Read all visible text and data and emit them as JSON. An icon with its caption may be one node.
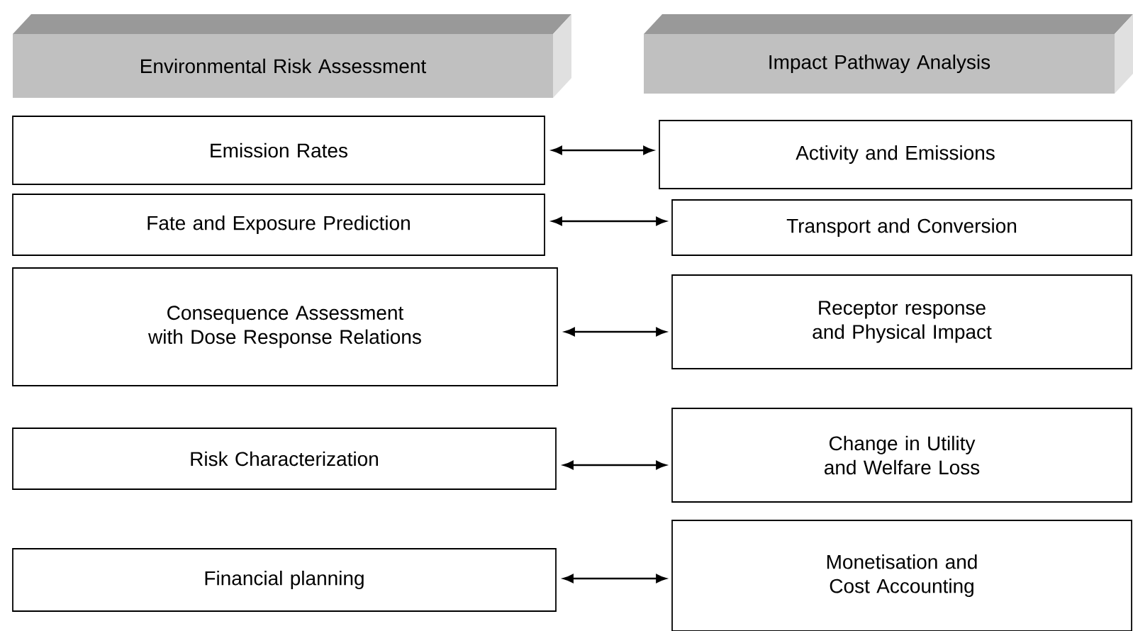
{
  "diagram": {
    "nodes": [
      {
        "text": [
          "Environmental Risk Assessment"
        ]
      },
      {
        "text": [
          "Impact Pathway Analysis"
        ]
      },
      {
        "text": [
          "Emission Rates"
        ]
      },
      {
        "text": [
          "Activity and Emissions"
        ]
      },
      {
        "text": [
          "Fate and Exposure Prediction"
        ]
      },
      {
        "text": [
          "Transport and Conversion"
        ]
      },
      {
        "text": [
          "Consequence Assessment with Dose Response Relations"
        ]
      },
      {
        "text": [
          "Receptor response and Physical Impact"
        ]
      },
      {
        "text": [
          "Risk Characterization"
        ]
      },
      {
        "text": [
          "Change in Utility and Welfare Loss"
        ]
      },
      {
        "text": [
          "Financial planning"
        ]
      },
      {
        "text": [
          "Monetisation and Cost Accounting"
        ]
      }
    ],
    "edges": [
      {
        "from": 2,
        "to": 3,
        "arrow": "both"
      },
      {
        "from": 4,
        "to": 5,
        "arrow": "both"
      },
      {
        "from": 6,
        "to": 7,
        "arrow": "both"
      },
      {
        "from": 8,
        "to": 9,
        "arrow": "both"
      },
      {
        "from": 10,
        "to": 11,
        "arrow": "both"
      }
    ]
  }
}
